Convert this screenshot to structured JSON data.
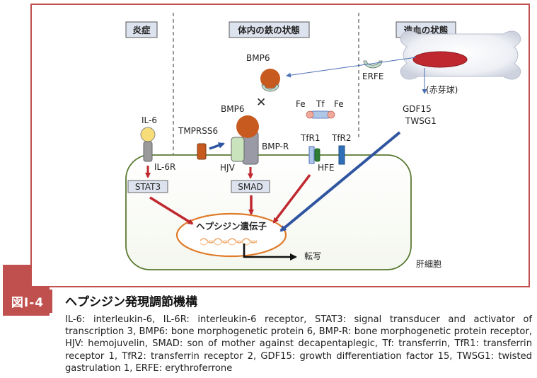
{
  "sections": {
    "inflammation": "炎症",
    "body_iron": "体内の鉄の状態",
    "hematopoiesis": "造血の状態"
  },
  "labels": {
    "il6": "IL-6",
    "il6r": "IL-6R",
    "stat3": "STAT3",
    "tmprss6": "TMPRSS6",
    "bmp6_top": "BMP6",
    "bmp6": "BMP6",
    "bmpr": "BMP-R",
    "hjv": "HJV",
    "smad": "SMAD",
    "fe1": "Fe",
    "tf": "Tf",
    "fe2": "Fe",
    "tfr1": "TfR1",
    "tfr2": "TfR2",
    "hfe": "HFE",
    "erfe": "ERFE",
    "erythroblast": "(赤芽球)",
    "gdf15": "GDF15",
    "twsg1": "TWSG1",
    "hepcidin_gene": "ヘプシジン遺伝子",
    "transcription": "転写",
    "hepatocyte": "肝細胞",
    "inhibit_mark": "✕"
  },
  "figure": {
    "label": "図Ⅰ-4",
    "title": "ヘプシジン発現調節機構",
    "caption": "IL-6: interleukin-6, IL-6R: interleukin-6 receptor, STAT3: signal transducer and activator of transcription 3, BMP6: bone morphogenetic protein 6, BMP-R: bone morphogenetic protein receptor, HJV: hemojuvelin, SMAD: son of mother against decapentaplegic, Tf: transferrin, TfR1: transferrin receptor 1, TfR2: transferrin receptor 2, GDF15: growth differentiation factor 15, TWSG1: twisted gastrulation 1, ERFE: erythroferrone"
  },
  "colors": {
    "frame": "#c0504d",
    "cell_border": "#5a7a32",
    "arrow_red": "#c0282f",
    "arrow_blue": "#2f55a0",
    "bmp6": "#c75a1e",
    "nucleus": "#e07b2a"
  }
}
